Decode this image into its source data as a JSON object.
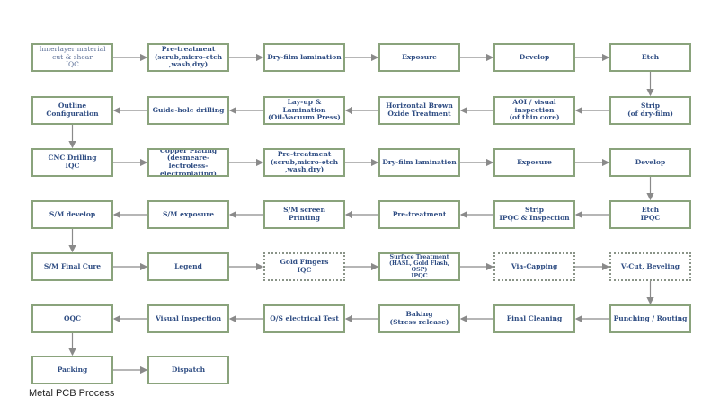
{
  "diagram": {
    "caption": "Metal PCB Process",
    "line_color": "#8aa37c",
    "text_color": "#2f4d83",
    "steps": [
      {
        "id": "s1",
        "label": "Innerlayer material\ncut & shear\nIQC"
      },
      {
        "id": "s2",
        "label": "Pre-treatment\n(scrub,micro-etch\n,wash,dry)"
      },
      {
        "id": "s3",
        "label": "Dry-film lamination"
      },
      {
        "id": "s4",
        "label": "Exposure"
      },
      {
        "id": "s5",
        "label": "Develop"
      },
      {
        "id": "s6",
        "label": "Etch"
      },
      {
        "id": "s7",
        "label": "Strip\n(of dry-film)"
      },
      {
        "id": "s8",
        "label": "AOI / visual\ninspection\n(of thin core)"
      },
      {
        "id": "s9",
        "label": "Horizontal Brown\nOxide Treatment"
      },
      {
        "id": "s10",
        "label": "Lay-up & Lamination\n(Oil-Vacuum Press)"
      },
      {
        "id": "s11",
        "label": "Guide-hole drilling"
      },
      {
        "id": "s12",
        "label": "Outline\nConfiguration"
      },
      {
        "id": "s13",
        "label": "CNC Drilling\nIQC"
      },
      {
        "id": "s14",
        "label": "Copper Plating\n(desmeare-lectroless-\nelectroplating)"
      },
      {
        "id": "s15",
        "label": "Pre-treatment\n(scrub,micro-etch\n,wash,dry)"
      },
      {
        "id": "s16",
        "label": "Dry-film lamination"
      },
      {
        "id": "s17",
        "label": "Exposure"
      },
      {
        "id": "s18",
        "label": "Develop"
      },
      {
        "id": "s19",
        "label": "Etch\nIPQC"
      },
      {
        "id": "s20",
        "label": "Strip\nIPQC & Inspection"
      },
      {
        "id": "s21",
        "label": "Pre-treatment"
      },
      {
        "id": "s22",
        "label": "S/M screen Printing"
      },
      {
        "id": "s23",
        "label": "S/M exposure"
      },
      {
        "id": "s24",
        "label": "S/M develop"
      },
      {
        "id": "s25",
        "label": "S/M Final Cure"
      },
      {
        "id": "s26",
        "label": "Legend"
      },
      {
        "id": "s27",
        "label": "Gold Fingers\nIQC"
      },
      {
        "id": "s28",
        "label": "Surface Treatment\n(HASL, Gold Flash, OSP)\nIPQC"
      },
      {
        "id": "s29",
        "label": "Via-Capping"
      },
      {
        "id": "s30",
        "label": "V-Cut, Beveling"
      },
      {
        "id": "s31",
        "label": "Punching / Routing"
      },
      {
        "id": "s32",
        "label": "Final Cleaning"
      },
      {
        "id": "s33",
        "label": "Baking\n(Stress release)"
      },
      {
        "id": "s34",
        "label": "O/S electrical Test"
      },
      {
        "id": "s35",
        "label": "Visual Inspection"
      },
      {
        "id": "s36",
        "label": "OQC"
      },
      {
        "id": "s37",
        "label": "Packing"
      },
      {
        "id": "s38",
        "label": "Dispatch"
      }
    ]
  }
}
